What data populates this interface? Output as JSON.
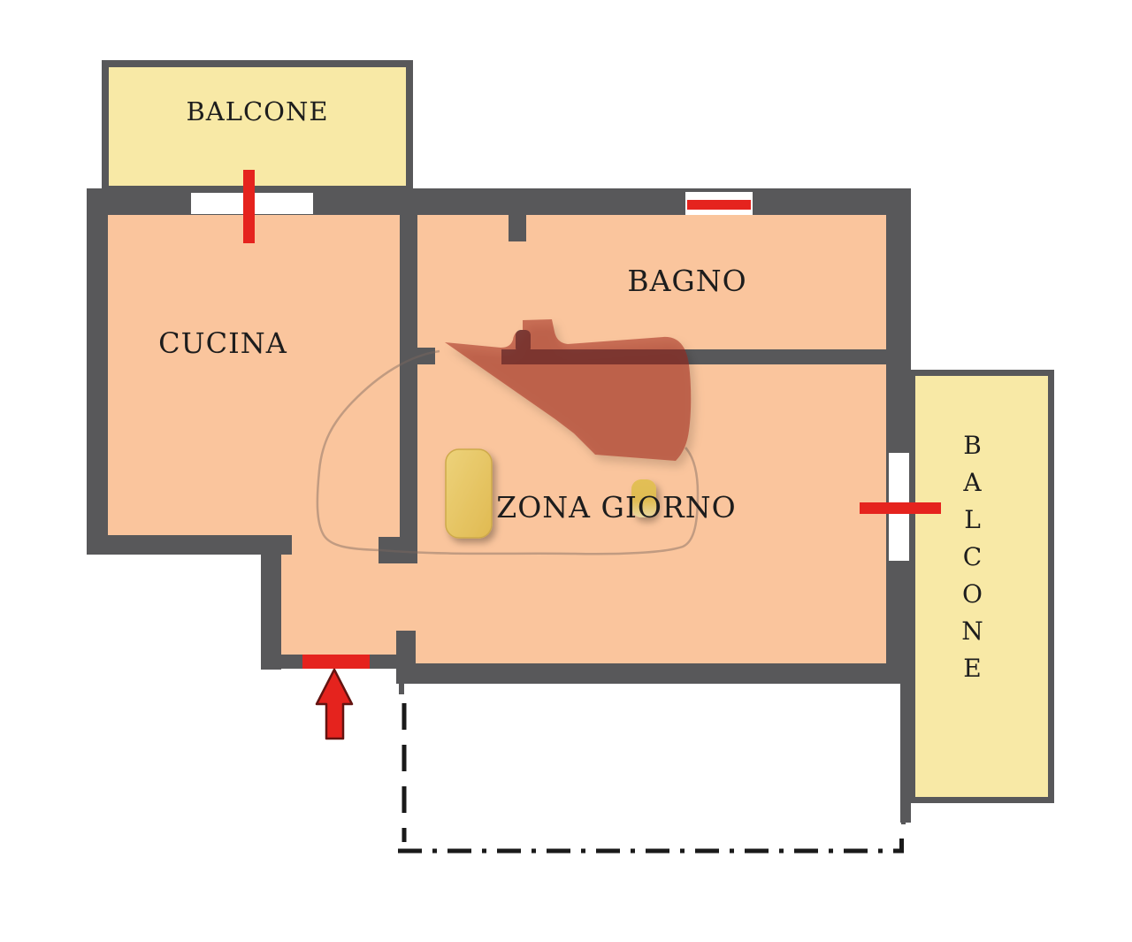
{
  "plan": {
    "labels": {
      "balcone_top": "BALCONE",
      "cucina": "CUCINA",
      "bagno": "BAGNO",
      "zona_giorno": "ZONA GIORNO",
      "balcone_right": "BALCONE"
    },
    "colors": {
      "wall": "#58585A",
      "room": "#FAC59D",
      "balcony": "#F8E9A6",
      "red": "#E5231E",
      "overlay_red": "rgba(157,36,27,0.53)",
      "rug": "#E5C45E",
      "outline": "rgba(125,105,95,0.45)",
      "text": "#1D1D1D",
      "bg": "#FFFFFF"
    }
  }
}
